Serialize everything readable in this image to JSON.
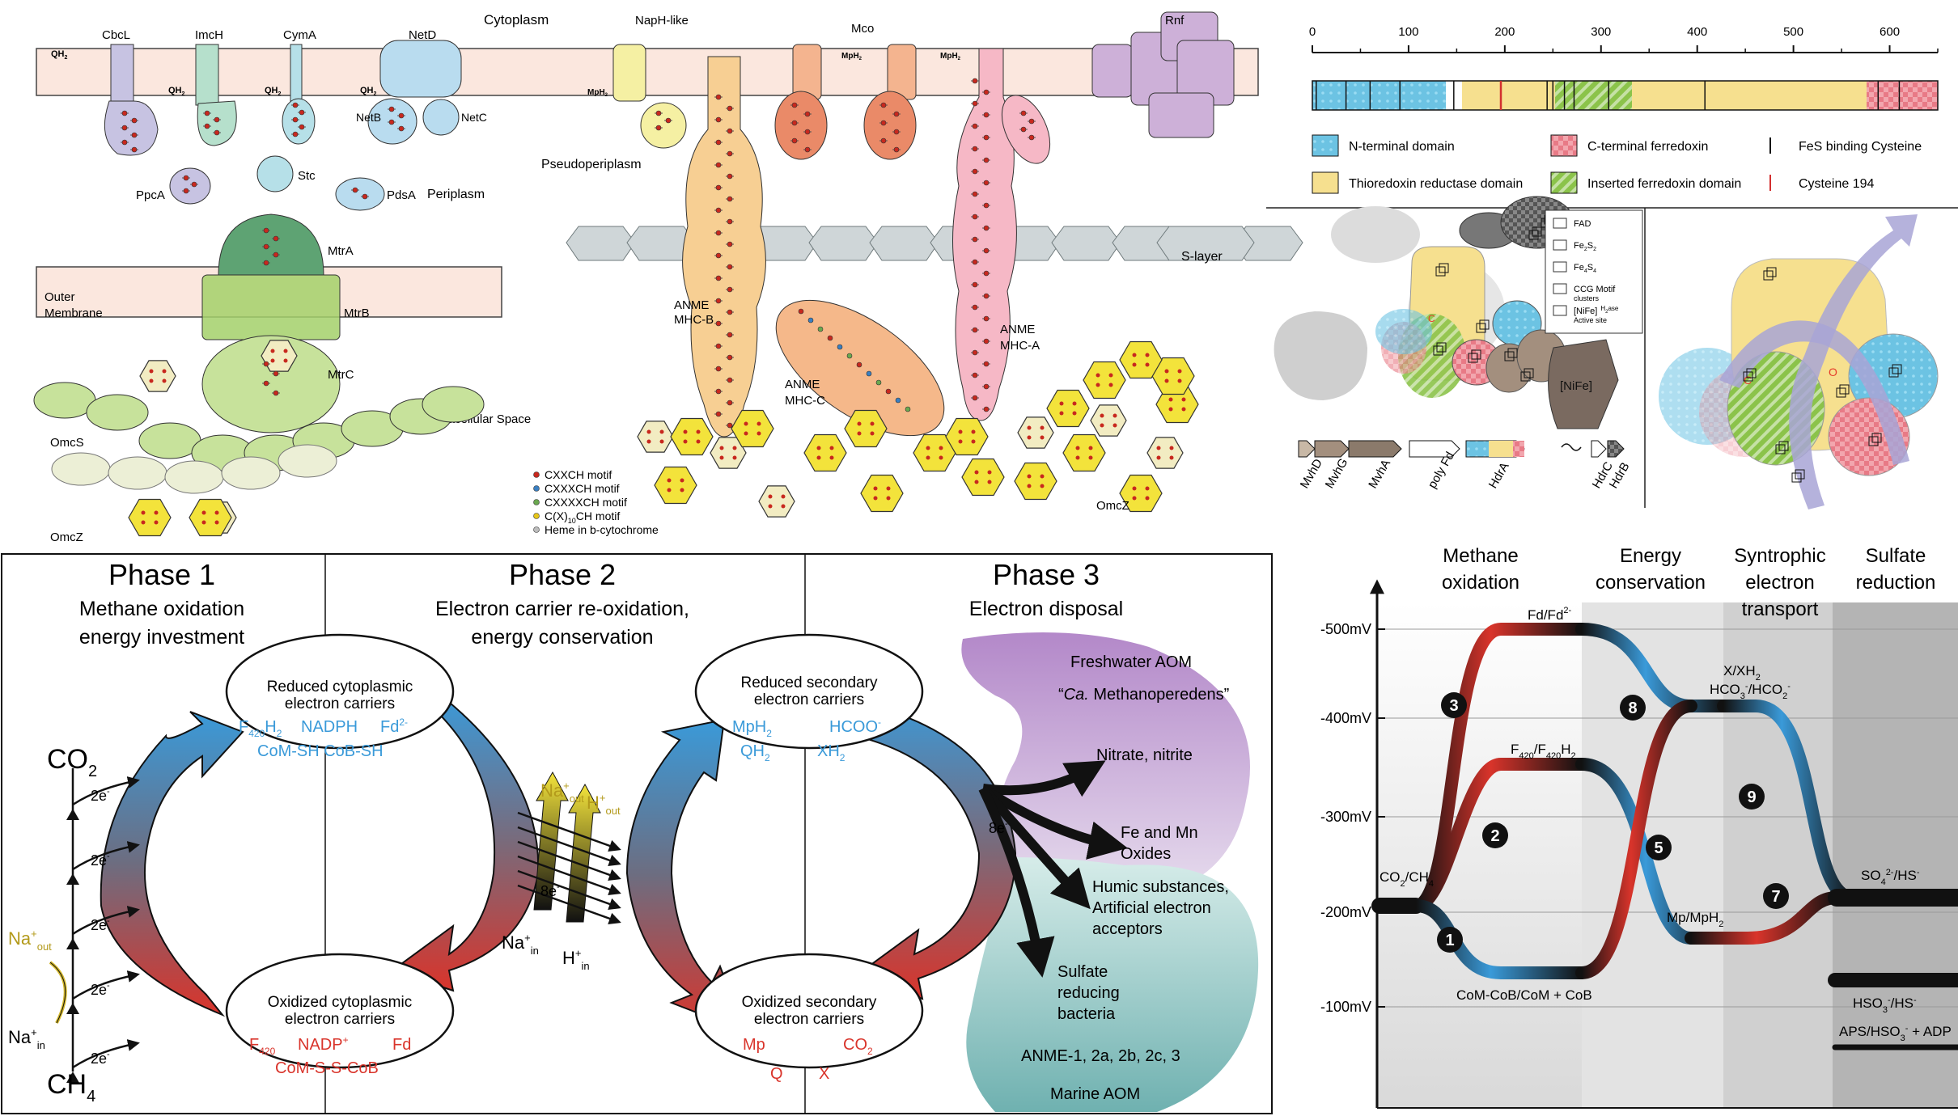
{
  "panel_a": {
    "labels": {
      "cytoplasm": "Cytoplasm",
      "periplasm": "Periplasm",
      "outer_membrane_1": "Outer",
      "outer_membrane_2": "Membrane",
      "extracellular": "Extracellular Space",
      "pseudoperiplasm": "Pseudoperiplasm",
      "s_layer": "S-layer"
    },
    "proteins": {
      "cbcl": "CbcL",
      "imch": "ImcH",
      "cyma": "CymA",
      "netd": "NetD",
      "netb": "NetB",
      "netc": "NetC",
      "ppca": "PpcA",
      "stc": "Stc",
      "pdsa": "PdsA",
      "mtra": "MtrA",
      "mtrb": "MtrB",
      "mtrc": "MtrC",
      "omcs": "OmcS",
      "omcz_left": "OmcZ",
      "omcz_right": "OmcZ",
      "naph": "NapH-like",
      "mco": "Mco",
      "rnf": "Rnf",
      "mhcb_1": "ANME",
      "mhcb_2": "MHC-B",
      "mhcc_1": "ANME",
      "mhcc_2": "MHC-C",
      "mhca_1": "ANME",
      "mhca_2": "MHC-A"
    },
    "quinone": {
      "qh2": "QH",
      "mph2": "MpH"
    },
    "legend": [
      {
        "label": "CXXCH motif",
        "color": "#c8281e"
      },
      {
        "label": "CXXXCH motif",
        "color": "#3a7fc1"
      },
      {
        "label": "CXXXXCH motif",
        "color": "#6aa84f"
      },
      {
        "label": "C(X)",
        "sub": "10",
        "tail": "CH motif",
        "color": "#e6c619"
      },
      {
        "label": "Heme in b-cytochrome",
        "color": "#bdbdbd"
      }
    ]
  },
  "panel_b": {
    "axis": {
      "ticks": [
        "0",
        "100",
        "200",
        "300",
        "400",
        "500",
        "600"
      ]
    },
    "legend": [
      {
        "label": "N-terminal domain",
        "color": "#6cc3e3",
        "pattern": "dots"
      },
      {
        "label": "C-terminal ferredoxin",
        "color": "#e87a86",
        "pattern": "checker"
      },
      {
        "label": "FeS binding Cysteine",
        "color": "#111111",
        "pattern": "line"
      },
      {
        "label": "Thioredoxin reductase domain",
        "color": "#f6e08f",
        "pattern": "solid"
      },
      {
        "label": "Inserted ferredoxin domain",
        "color": "#8bc34a",
        "pattern": "stripes"
      },
      {
        "label": "Cysteine 194",
        "color": "#d32f2f",
        "pattern": "line"
      }
    ]
  },
  "panel_c": {
    "legend": [
      {
        "label": "FAD"
      },
      {
        "label": "Fe",
        "sub": "2",
        "mid": "S",
        "sub2": "2"
      },
      {
        "label": "Fe",
        "sub": "4",
        "mid": "S",
        "sub2": "4"
      },
      {
        "label": "CCG Motif",
        "line2": "clusters"
      },
      {
        "label": "[NiFe]",
        "small": "H",
        "smallsub": "2",
        "smalltail": "ase",
        "line2": "Active site"
      }
    ],
    "nife": "[NiFe]",
    "c_letter": "C",
    "genes": [
      "MvhD",
      "MvhG",
      "MvhA",
      "poly Fd",
      "HdrA",
      "HdrC",
      "HdrB"
    ]
  },
  "panel_d": {
    "c_letter": "C",
    "o_letter": "O"
  },
  "panel_e": {
    "phase1_title": "Phase 1",
    "phase1_sub1": "Methane oxidation",
    "phase1_sub2": "energy investment",
    "phase2_title": "Phase 2",
    "phase2_sub1": "Electron carrier re-oxidation,",
    "phase2_sub2": "energy conservation",
    "phase3_title": "Phase 3",
    "phase3_sub1": "Electron disposal",
    "reduced_cyto_1": "Reduced cytoplasmic",
    "reduced_cyto_2": "electron carriers",
    "oxidized_cyto_1": "Oxidized cytoplasmic",
    "oxidized_cyto_2": "electron carriers",
    "reduced_sec_1": "Reduced secondary",
    "reduced_sec_2": "electron carriers",
    "oxidized_sec_1": "Oxidized secondary",
    "oxidized_sec_2": "electron carriers",
    "co2": "CO",
    "ch4": "CH",
    "two_e": "2e",
    "eight_e": "8e",
    "na_in": "Na",
    "h_in": "H",
    "freshwater": "Freshwater AOM",
    "methanoperedens_q1": "“",
    "methanoperedens_it": "Ca.",
    "methanoperedens_rest": " Methanoperedens”",
    "nitrate": "Nitrate, nitrite",
    "fe_mn_1": "Fe and Mn",
    "fe_mn_2": "Oxides",
    "humic_1": "Humic substances,",
    "humic_2": "Artificial electron",
    "humic_3": "acceptors",
    "sulfate_1": "Sulfate",
    "sulfate_2": "reducing",
    "sulfate_3": "bacteria",
    "anme": "ANME-1, 2a, 2b, 2c, 3",
    "marine": "Marine AOM"
  },
  "panel_f": {
    "headers": {
      "h1_1": "Methane",
      "h1_2": "oxidation",
      "h2_1": "Energy",
      "h2_2": "conservation",
      "h3_1": "Syntrophic",
      "h3_2": "electron",
      "h3_3": "transport",
      "h4_1": "Sulfate",
      "h4_2": "reduction"
    },
    "yticks": [
      "-500mV",
      "-400mV",
      "-300mV",
      "-200mV",
      "-100mV"
    ],
    "labels": {
      "fd": "Fd/Fd",
      "f420_a": "F",
      "f420_b": "/F",
      "f420_c": "H",
      "co2ch4_a": "CO",
      "co2ch4_b": "/CH",
      "xh2_a": "X/XH",
      "hco3_a": "HCO",
      "hco3_b": "/HCO",
      "mp_a": "Mp/MpH",
      "com": "CoM-CoB/CoM + CoB",
      "so4_a": "SO",
      "so4_b": "/HS",
      "hso3_a": "HSO",
      "hso3_b": "/HS",
      "aps_a": "APS/HSO",
      "aps_b": " + ADP"
    },
    "steps": [
      "1",
      "2",
      "3",
      "5",
      "7",
      "8",
      "9"
    ]
  }
}
